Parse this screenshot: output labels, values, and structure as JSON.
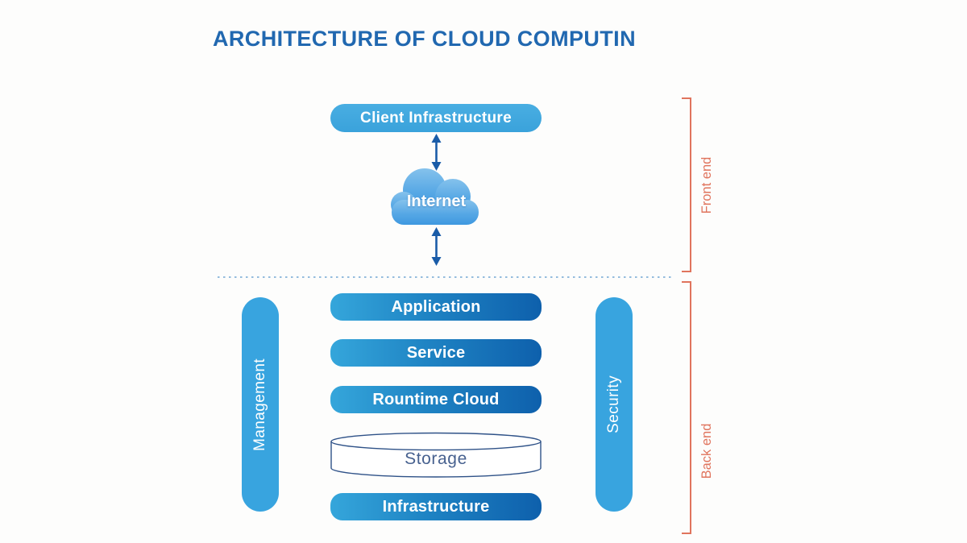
{
  "title": "ARCHITECTURE OF CLOUD COMPUTIN",
  "frontend": {
    "bracket_label": "Front end",
    "client_infrastructure_label": "Client Infrastructure",
    "internet_label": "Internet"
  },
  "backend": {
    "bracket_label": "Back end",
    "management_label": "Management",
    "security_label": "Security",
    "layers": [
      "Application",
      "Service",
      "Rountime Cloud",
      "Storage",
      "Infrastructure"
    ]
  },
  "colors": {
    "title_blue": "#2168b0",
    "light_blue_pill": "#41a9df",
    "gradient_pill_start": "#35a6db",
    "gradient_pill_end": "#0e60ac",
    "bracket_salmon": "#e0745d",
    "arrow_navy": "#1a5ca8",
    "dotted_line_blue": "#94bcdd",
    "storage_outline": "#2f5288",
    "storage_text": "#47618f",
    "cloud_gradient_top": "#85c2ec",
    "cloud_gradient_bottom": "#3e98e0"
  }
}
